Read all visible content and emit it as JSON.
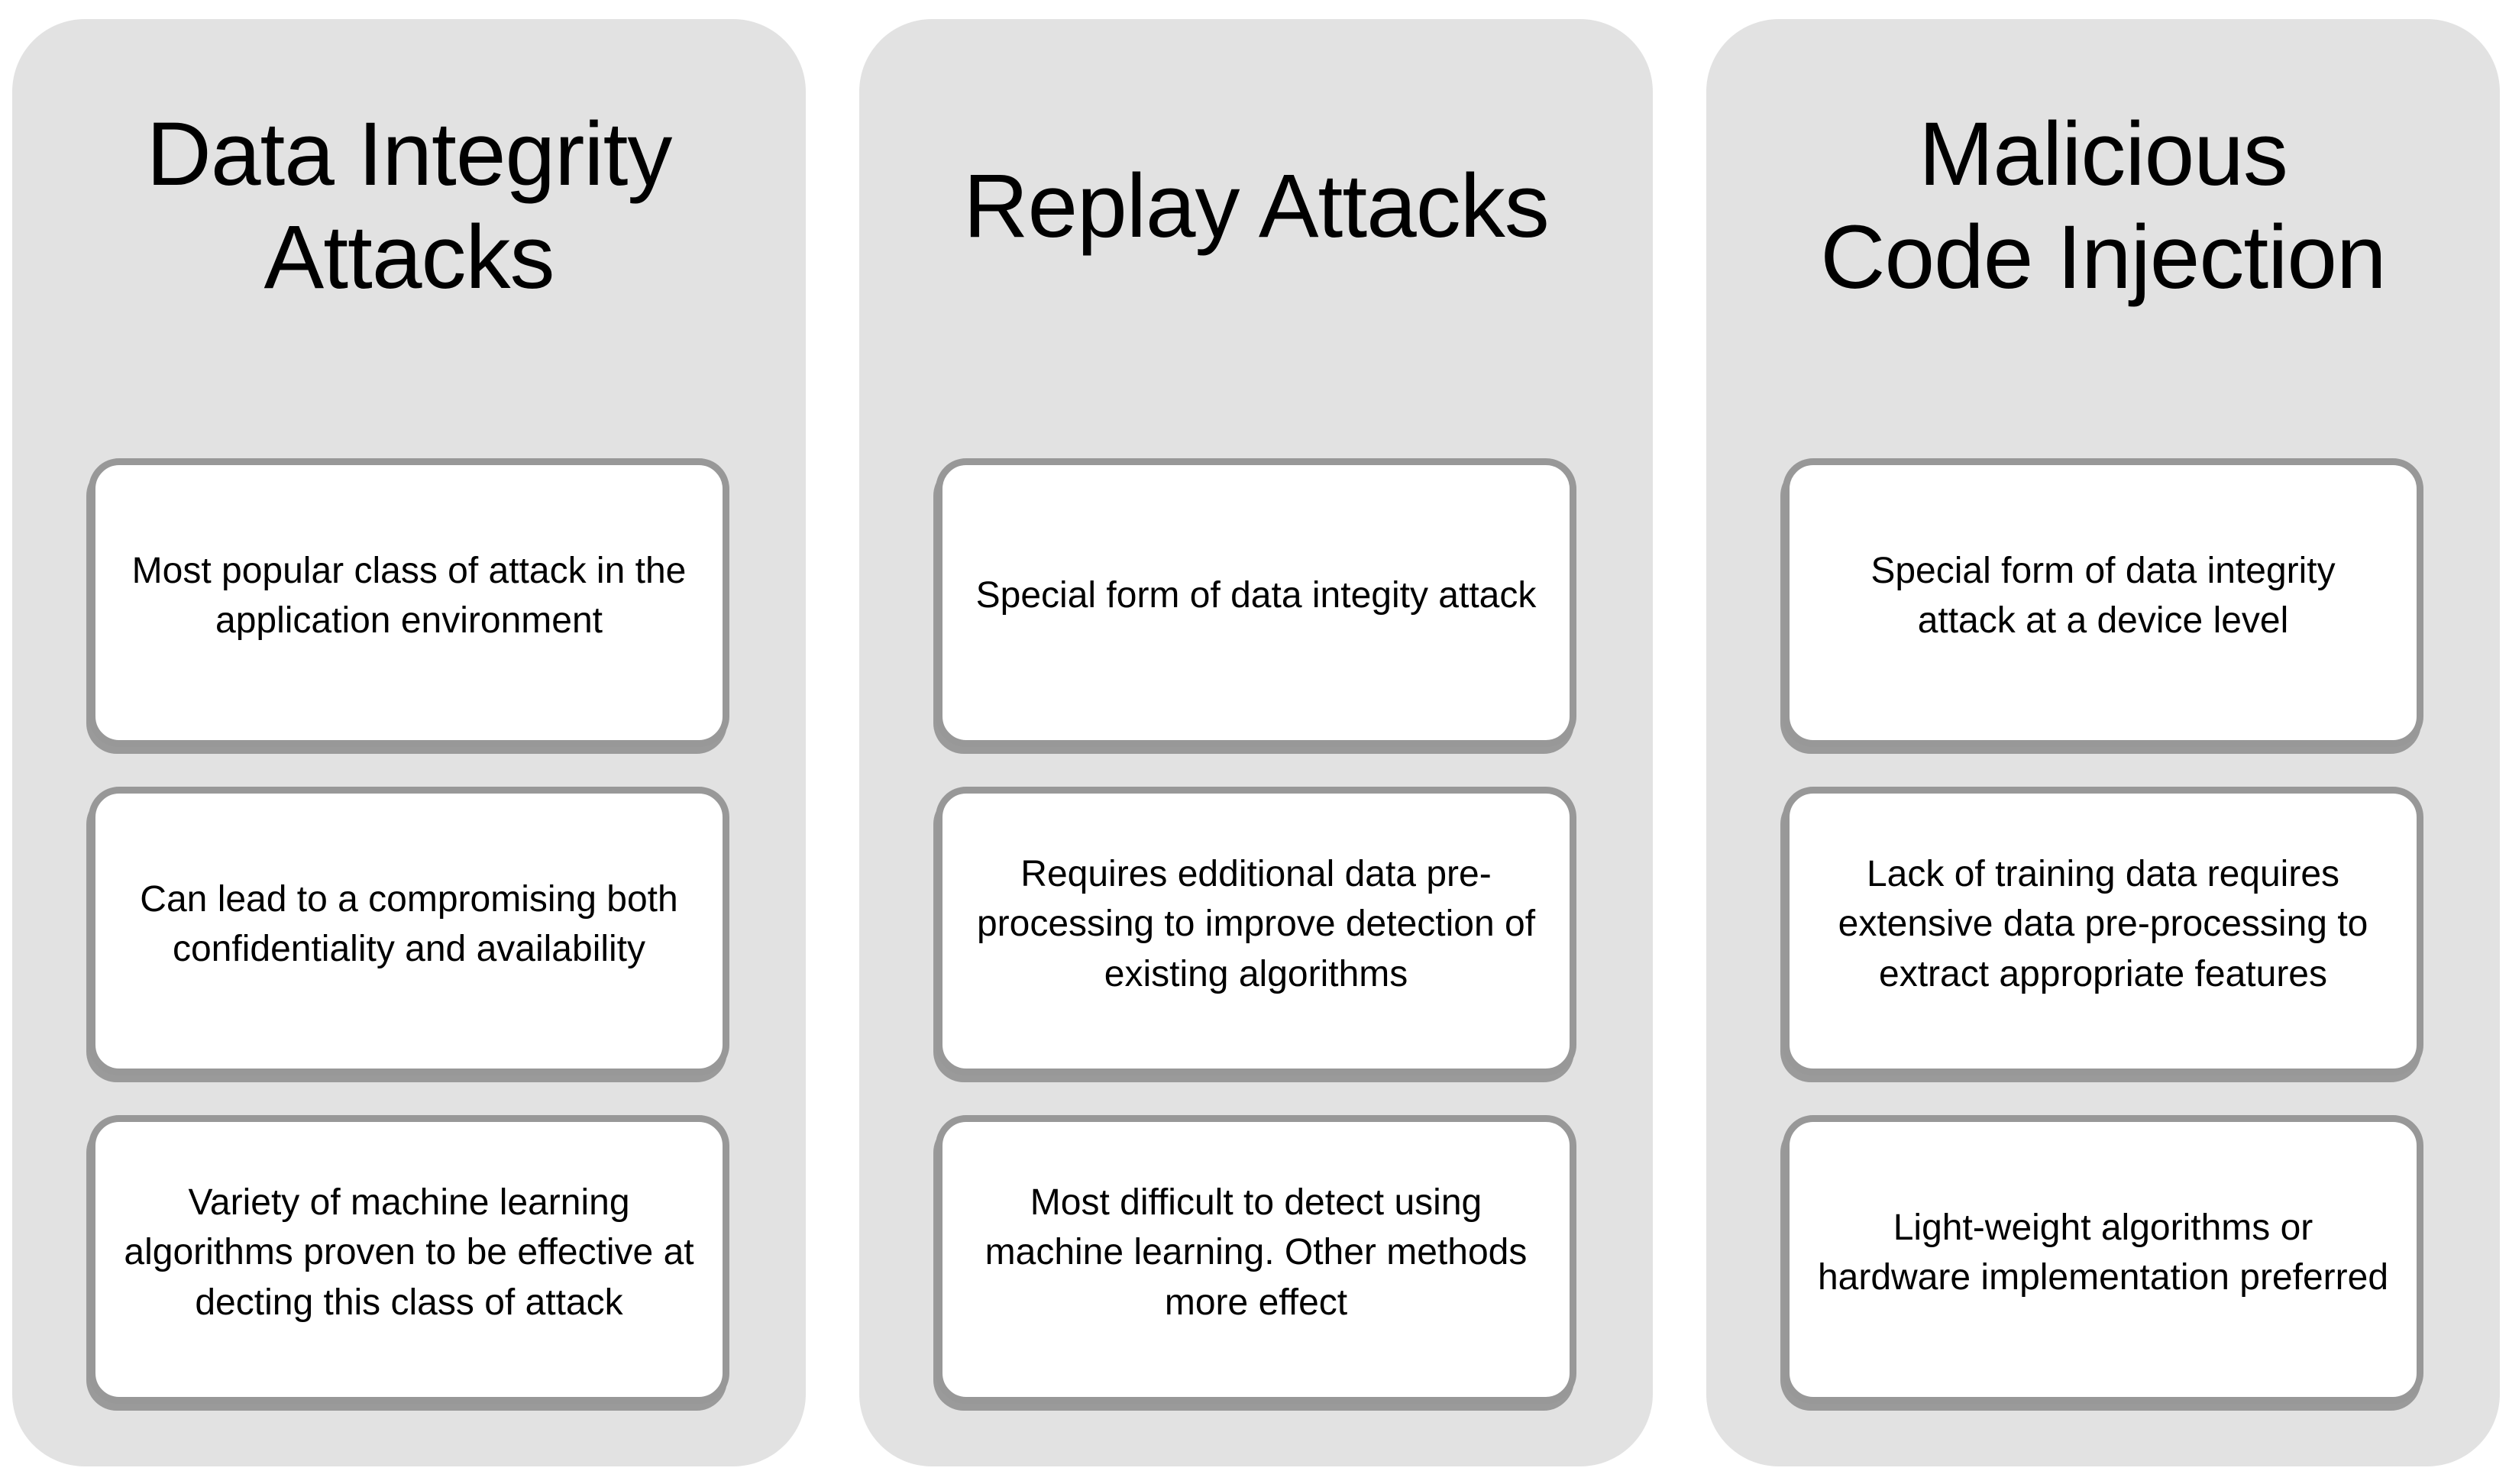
{
  "colors": {
    "page_bg": "#ffffff",
    "column_bg": "#e2e2e2",
    "box_bg": "#ffffff",
    "box_border": "#989898",
    "box_shadow": "#9a9a9a",
    "text": "#000000"
  },
  "columns": [
    {
      "title": "Data Integrity\nAttacks",
      "boxes": [
        "Most popular class of attack in the application environment",
        "Can lead to a compromising both confidentiality and availability",
        "Variety of machine learning algorithms proven to be effective at decting this class of attack"
      ]
    },
    {
      "title": "Replay Attacks",
      "boxes": [
        "Special form of data integity attack",
        "Requires edditional data pre-processing to improve detection of existing algorithms",
        "Most difficult to detect using machine learning. Other methods more effect"
      ]
    },
    {
      "title": "Malicious\nCode Injection",
      "boxes": [
        "Special form of data integrity attack at a device level",
        "Lack of training data requires extensive data pre-processing to extract appropriate features",
        "Light-weight algorithms or hardware implementation preferred"
      ]
    }
  ]
}
